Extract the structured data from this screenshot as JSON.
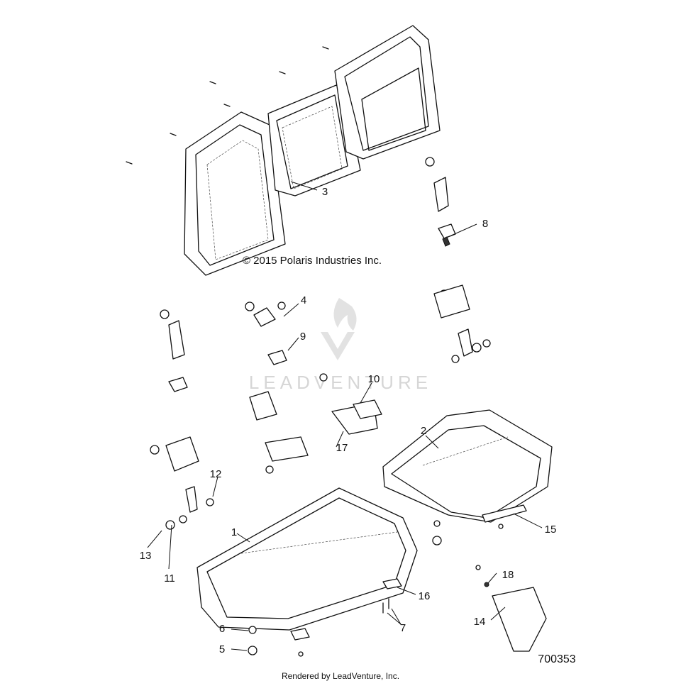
{
  "copyright": "© 2015 Polaris Industries Inc.",
  "footer": "Rendered by LeadVenture, Inc.",
  "drawing_number": "700353",
  "watermark": "LEADVENTURE",
  "callouts": [
    "1",
    "2",
    "3",
    "4",
    "5",
    "6",
    "7",
    "8",
    "9",
    "10",
    "11",
    "12",
    "13",
    "14",
    "15",
    "16",
    "17",
    "18"
  ]
}
